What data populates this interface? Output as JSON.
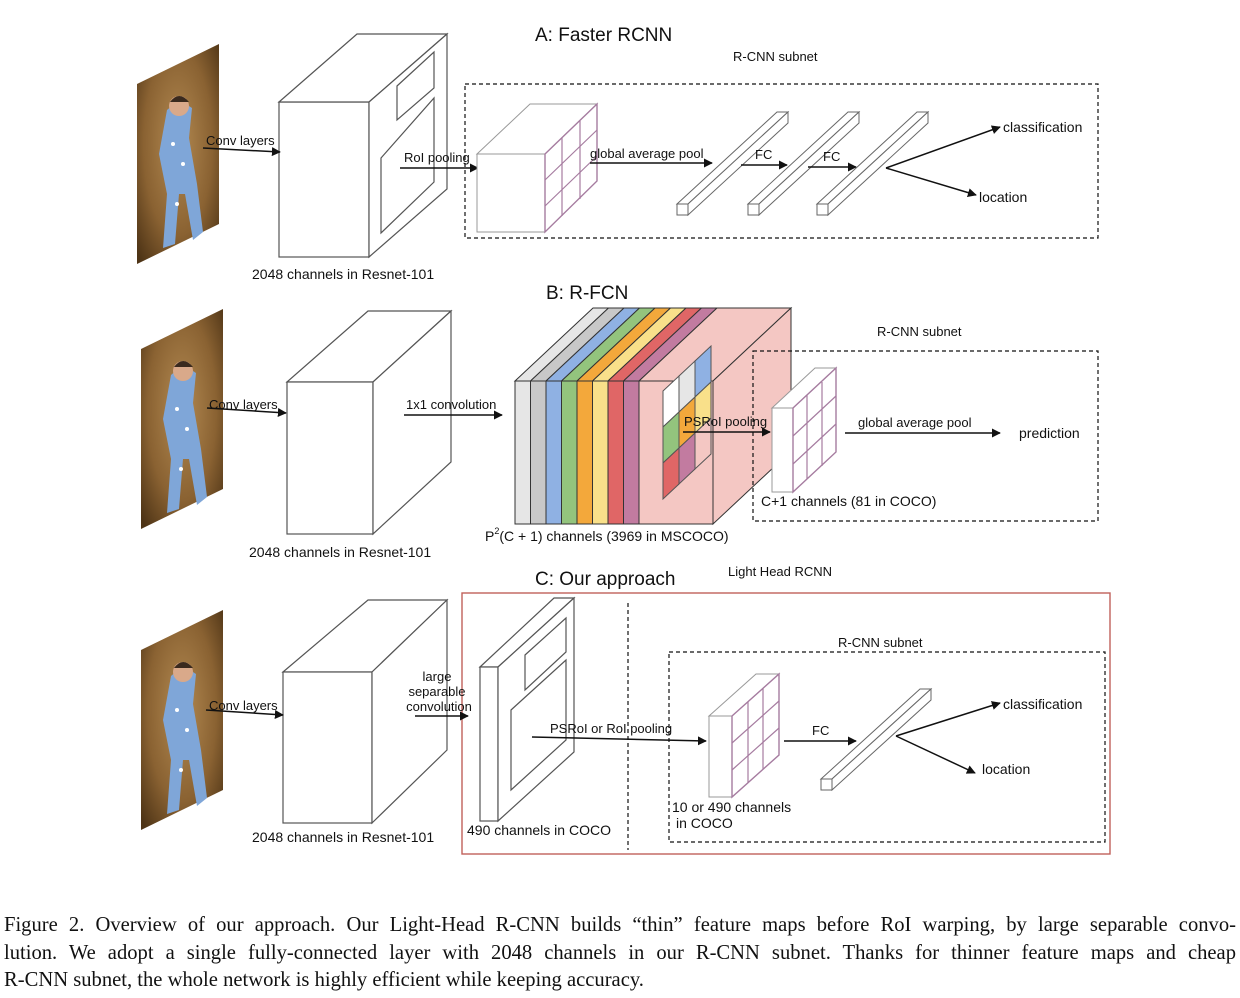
{
  "panel_a": {
    "title": "A: Faster RCNN",
    "subnet_label": "R-CNN subnet",
    "conv_label": "Conv layers",
    "roi_label": "RoI pooling",
    "gap_label": "global average pool",
    "fc1_label": "FC",
    "fc2_label": "FC",
    "out1_label": "classification",
    "out2_label": "location",
    "backbone_label": "2048 channels in Resnet-101"
  },
  "panel_b": {
    "title": "B: R-FCN",
    "subnet_label": "R-CNN subnet",
    "conv_label": "Conv layers",
    "conv1x1_label": "1x1 convolution",
    "psroi_label": "PSRoI pooling",
    "gap_label": "global average pool",
    "out_label": "prediction",
    "channels_label": "C+1 channels (81 in COCO)",
    "backbone_label": "2048 channels in Resnet-101",
    "score_maps_label": "(C + 1)  channels (3969 in MSCOCO)",
    "score_maps_prefix": "P",
    "score_maps_sup": "2",
    "colors": [
      "#e6e6e6",
      "#c8c8c8",
      "#8fb1e3",
      "#93c47d",
      "#f3a83b",
      "#f9e08a",
      "#e06666",
      "#c27ba0",
      "#f4c7c3"
    ]
  },
  "panel_c": {
    "title": "C: Our approach",
    "lighthead_label": "Light Head RCNN",
    "subnet_label": "R-CNN subnet",
    "conv_label": "Conv layers",
    "large_label_1": "large",
    "large_label_2": "separable",
    "large_label_3": "convolution",
    "pool_label": "PSRoI or RoI pooling",
    "fc_label": "FC",
    "out1_label": "classification",
    "out2_label": "location",
    "thin_label": "490 channels in COCO",
    "roi_feat_label_1": "10  or 490 channels",
    "roi_feat_label_2": "in COCO",
    "backbone_label": "2048 channels in Resnet-101",
    "box_color": "#c0605a"
  },
  "caption": {
    "line1": "Figure 2. Overview of our approach. Our Light-Head R-CNN builds “thin” feature maps before RoI warping, by large separable convo-",
    "line2": "lution.  We adopt a single fully-connected layer with 2048 channels in our R-CNN subnet.  Thanks for thinner feature maps and cheap",
    "line3": "R-CNN subnet, the whole network is highly efficient while keeping accuracy."
  }
}
